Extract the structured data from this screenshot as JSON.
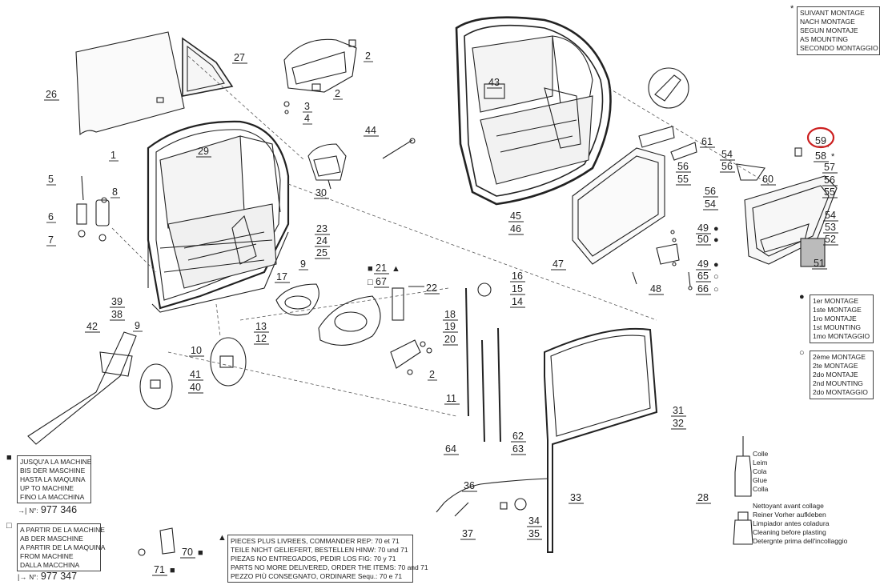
{
  "diagram": {
    "callouts": [
      {
        "id": "c26",
        "label": "26"
      },
      {
        "id": "c27",
        "label": "27"
      },
      {
        "id": "c1",
        "label": "1"
      },
      {
        "id": "c29",
        "label": "29"
      },
      {
        "id": "c2a",
        "label": "2"
      },
      {
        "id": "c2b",
        "label": "2"
      },
      {
        "id": "c3",
        "label": "3"
      },
      {
        "id": "c4",
        "label": "4"
      },
      {
        "id": "c5",
        "label": "5"
      },
      {
        "id": "c8",
        "label": "8"
      },
      {
        "id": "c6",
        "label": "6"
      },
      {
        "id": "c7",
        "label": "7"
      },
      {
        "id": "c44",
        "label": "44"
      },
      {
        "id": "c30",
        "label": "30"
      },
      {
        "id": "c43",
        "label": "43"
      },
      {
        "id": "c45",
        "label": "45"
      },
      {
        "id": "c46",
        "label": "46"
      },
      {
        "id": "c47",
        "label": "47"
      },
      {
        "id": "c61",
        "label": "61"
      },
      {
        "id": "c59",
        "label": "59"
      },
      {
        "id": "c58",
        "label": "58"
      },
      {
        "id": "c54a",
        "label": "54"
      },
      {
        "id": "c56a",
        "label": "56"
      },
      {
        "id": "c56b",
        "label": "56"
      },
      {
        "id": "c55a",
        "label": "55"
      },
      {
        "id": "c60",
        "label": "60"
      },
      {
        "id": "c57",
        "label": "57"
      },
      {
        "id": "c56c",
        "label": "56"
      },
      {
        "id": "c55b",
        "label": "55"
      },
      {
        "id": "c56d",
        "label": "56"
      },
      {
        "id": "c54b",
        "label": "54"
      },
      {
        "id": "c54c",
        "label": "54"
      },
      {
        "id": "c53",
        "label": "53"
      },
      {
        "id": "c52",
        "label": "52"
      },
      {
        "id": "c51",
        "label": "51"
      },
      {
        "id": "c49a",
        "label": "49"
      },
      {
        "id": "c50",
        "label": "50"
      },
      {
        "id": "c49b",
        "label": "49"
      },
      {
        "id": "c65",
        "label": "65"
      },
      {
        "id": "c66",
        "label": "66"
      },
      {
        "id": "c48",
        "label": "48"
      },
      {
        "id": "c23",
        "label": "23"
      },
      {
        "id": "c24",
        "label": "24"
      },
      {
        "id": "c25",
        "label": "25"
      },
      {
        "id": "c9a",
        "label": "9"
      },
      {
        "id": "c21",
        "label": "21"
      },
      {
        "id": "c67",
        "label": "67"
      },
      {
        "id": "c22",
        "label": "22"
      },
      {
        "id": "c16",
        "label": "16"
      },
      {
        "id": "c15",
        "label": "15"
      },
      {
        "id": "c14",
        "label": "14"
      },
      {
        "id": "c17",
        "label": "17"
      },
      {
        "id": "c39",
        "label": "39"
      },
      {
        "id": "c38",
        "label": "38"
      },
      {
        "id": "c42",
        "label": "42"
      },
      {
        "id": "c9b",
        "label": "9"
      },
      {
        "id": "c13",
        "label": "13"
      },
      {
        "id": "c12",
        "label": "12"
      },
      {
        "id": "c10",
        "label": "10"
      },
      {
        "id": "c18",
        "label": "18"
      },
      {
        "id": "c19",
        "label": "19"
      },
      {
        "id": "c20",
        "label": "20"
      },
      {
        "id": "c2c",
        "label": "2"
      },
      {
        "id": "c41",
        "label": "41"
      },
      {
        "id": "c40",
        "label": "40"
      },
      {
        "id": "c11",
        "label": "11"
      },
      {
        "id": "c31",
        "label": "31"
      },
      {
        "id": "c32",
        "label": "32"
      },
      {
        "id": "c64",
        "label": "64"
      },
      {
        "id": "c62",
        "label": "62"
      },
      {
        "id": "c63",
        "label": "63"
      },
      {
        "id": "c36",
        "label": "36"
      },
      {
        "id": "c33",
        "label": "33"
      },
      {
        "id": "c37",
        "label": "37"
      },
      {
        "id": "c34",
        "label": "34"
      },
      {
        "id": "c35",
        "label": "35"
      },
      {
        "id": "c28",
        "label": "28"
      },
      {
        "id": "c70",
        "label": "70"
      },
      {
        "id": "c71",
        "label": "71"
      }
    ],
    "highlighted_callout": "59",
    "star_note_marker": "*",
    "star_note": [
      "SUIVANT MONTAGE",
      "NACH MONTAGE",
      "SEGUN MONTAJE",
      "AS MOUNTING",
      "SECONDO MONTAGGIO"
    ],
    "first_mounting": [
      "1er MONTAGE",
      "1ste MONTAGE",
      "1ro MONTAJE",
      "1st MOUNTING",
      "1mo MONTAGGIO"
    ],
    "second_mounting": [
      "2ème MONTAGE",
      "2te MONTAGE",
      "2do MONTAJE",
      "2nd MOUNTING",
      "2do MONTAGGIO"
    ],
    "up_to_machine": [
      "JUSQU'A LA MACHINE",
      "BIS DER MASCHINE",
      "HASTA LA MAQUINA",
      "UP TO MACHINE",
      "FINO LA MACCHINA"
    ],
    "up_to_machine_ref": {
      "prefix": "N°:",
      "number": "977 346"
    },
    "from_machine": [
      "A PARTIR DE LA MACHINE",
      "AB DER MASCHINE",
      "A PARTIR DE LA MAQUINA",
      "FROM MACHINE",
      "DALLA MACCHINA"
    ],
    "from_machine_ref": {
      "prefix": "N°:",
      "number": "977 347"
    },
    "parts_note": [
      "PIECES PLUS LIVREES, COMMANDER  REP: 70 et 71",
      "TEILE NICHT GELIEFERT, BESTELLEN HINW: 70 und 71",
      "PIEZAS NO ENTREGADOS, PEDIR LOS FIG: 70 y 71",
      "PARTS  NO MORE  DELIVERED, ORDER THE ITEMS: 70 and 71",
      "PEZZO PIÙ CONSEGNATO, ORDINARE Sequ.: 70 e 71"
    ],
    "glue_labels": [
      "Colle",
      "Leim",
      "Cola",
      "Glue",
      "Colla"
    ],
    "cleaner_labels": [
      "Nettoyant avant collage",
      "Reiner Vorher aufkleben",
      "Limpiador antes coladura",
      "Cleaning before plasting",
      "Detergnte prima dell'incollaggio"
    ],
    "symbols": {
      "filled_square": "■",
      "hollow_square": "□",
      "triangle": "▲",
      "filled_circle": "●",
      "hollow_circle": "○"
    }
  }
}
